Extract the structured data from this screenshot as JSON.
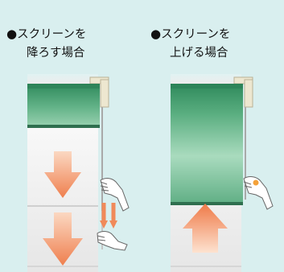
{
  "panels": [
    {
      "bullet": "●",
      "line1": "スクリーンを",
      "line2": "降ろす場合"
    },
    {
      "bullet": "●",
      "line1": "スクリーンを",
      "line2": "上げる場合"
    }
  ],
  "colors": {
    "background": "#d9efef",
    "screen_green": "#3f9a6c",
    "arrow_orange": "#f08a5a",
    "frame": "#ede7d0"
  }
}
